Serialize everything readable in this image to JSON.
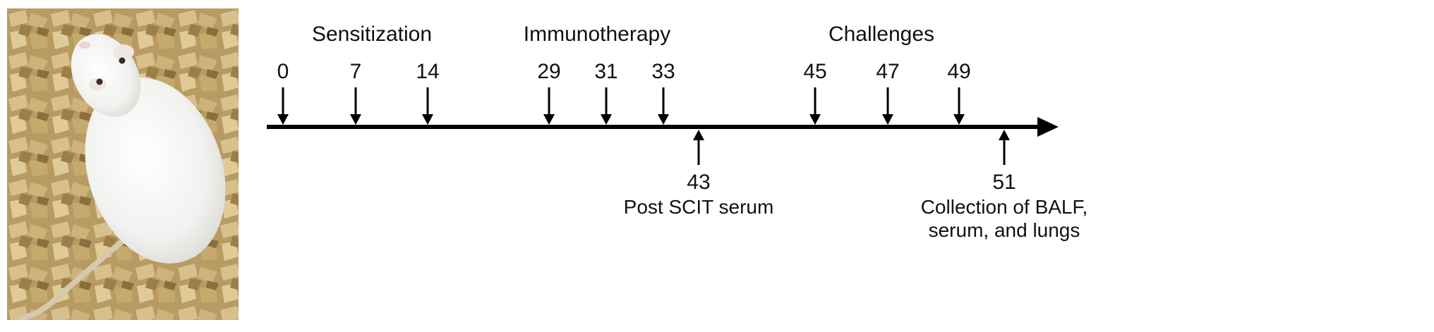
{
  "figure": {
    "photo": {
      "subject_icon": "white-mouse-on-bedding-photo",
      "bedding_color": "#c9b07a"
    },
    "phases": [
      {
        "label": "Sensitization"
      },
      {
        "label": "Immunotherapy"
      },
      {
        "label": "Challenges"
      }
    ],
    "down_days": [
      "0",
      "7",
      "14",
      "29",
      "31",
      "33",
      "45",
      "47",
      "49"
    ],
    "up_events": [
      {
        "day": "43",
        "lines": [
          "Post SCIT serum"
        ]
      },
      {
        "day": "51",
        "lines": [
          "Collection of BALF,",
          "serum, and lungs"
        ]
      }
    ],
    "colors": {
      "line": "#000000",
      "text": "#111111"
    }
  }
}
